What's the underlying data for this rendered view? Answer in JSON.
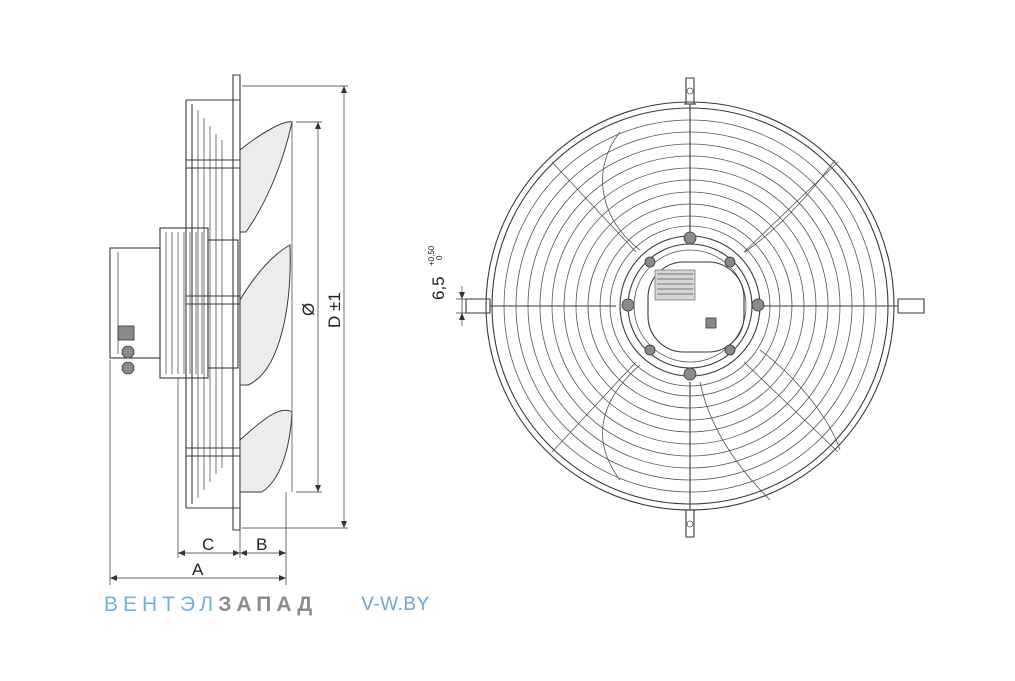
{
  "drawing": {
    "side_view": {
      "dimension_labels": {
        "a": "A",
        "b": "B",
        "c": "C",
        "diameter_symbol": "Ø",
        "diameter": "D ±1"
      }
    },
    "front_view": {
      "hole_dimension": {
        "value": "6,5",
        "tolerance_upper": "+0,50",
        "tolerance_lower": "0"
      }
    }
  },
  "watermark": {
    "brand_part1": "ВЕНТЭЛ",
    "brand_part2": "ЗАПАД",
    "url": "V-W.BY",
    "colors": {
      "brand_light": "#6fb3dc",
      "brand_gray": "#8c8c8c",
      "url": "#6fa5cc"
    }
  }
}
